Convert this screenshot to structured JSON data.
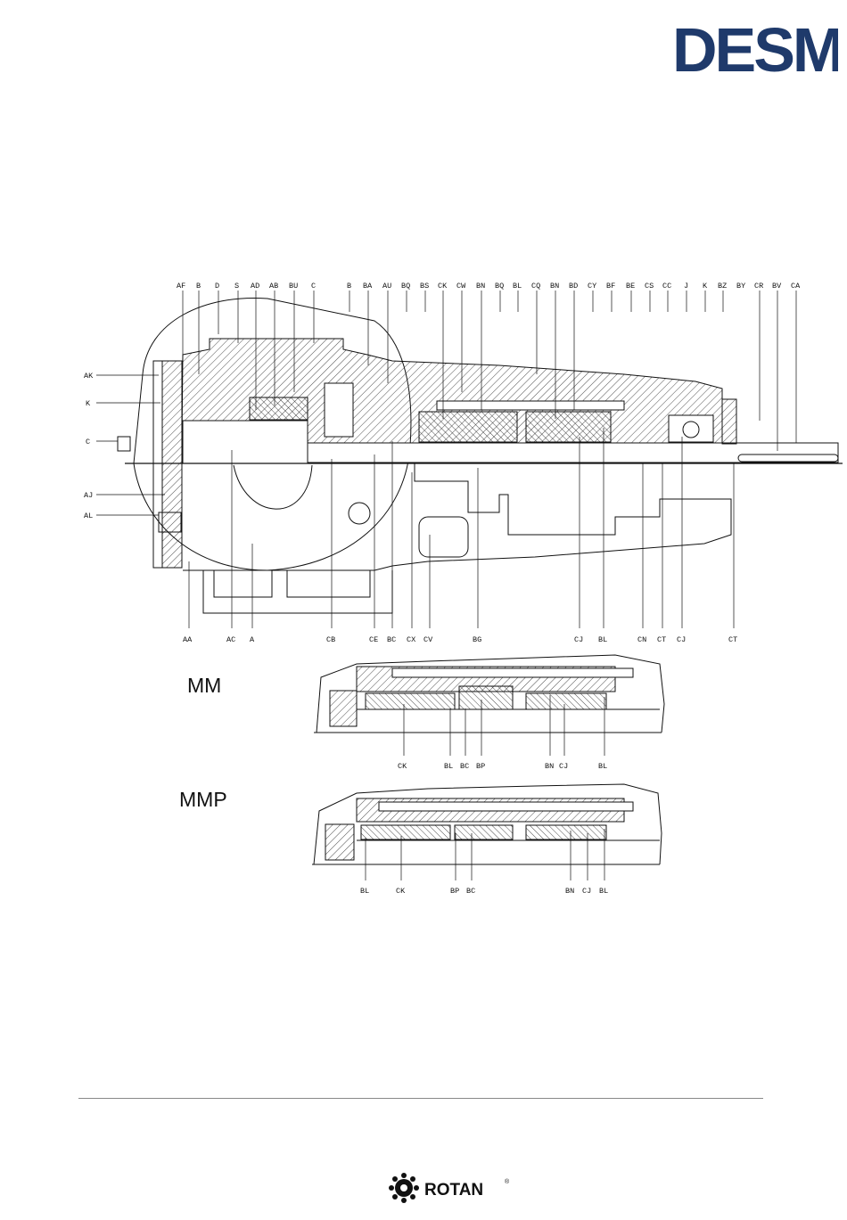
{
  "header": {
    "brand": "DESMI"
  },
  "main_drawing": {
    "top_labels": [
      "AF",
      "B",
      "D",
      "S",
      "AD",
      "AB",
      "BU",
      "C",
      "B",
      "BA",
      "AU",
      "BQ",
      "BS",
      "CK",
      "CW",
      "BN",
      "BQ",
      "BL",
      "CQ",
      "BN",
      "BD",
      "CY",
      "BF",
      "BE",
      "CS",
      "CC",
      "J",
      "K",
      "BZ",
      "BY",
      "CR",
      "BV",
      "CA"
    ],
    "left_labels": [
      "AK",
      "K",
      "C",
      "AJ",
      "AL"
    ],
    "bottom_labels": [
      "AA",
      "AC",
      "A",
      "CB",
      "CE",
      "BC",
      "CX",
      "CV",
      "BG",
      "CJ",
      "BL",
      "CN",
      "CT",
      "CJ",
      "CT"
    ]
  },
  "variants": [
    {
      "title": "MM",
      "labels": [
        "CK",
        "BL",
        "BC",
        "BP",
        "BN",
        "CJ",
        "BL"
      ]
    },
    {
      "title": "MMP",
      "labels": [
        "BL",
        "CK",
        "BP",
        "BC",
        "BN",
        "CJ",
        "BL"
      ]
    }
  ],
  "footer": {
    "brand": "ROTAN",
    "mark": "®"
  },
  "colors": {
    "brand_blue": "#1f3a6b",
    "line": "#111111"
  }
}
